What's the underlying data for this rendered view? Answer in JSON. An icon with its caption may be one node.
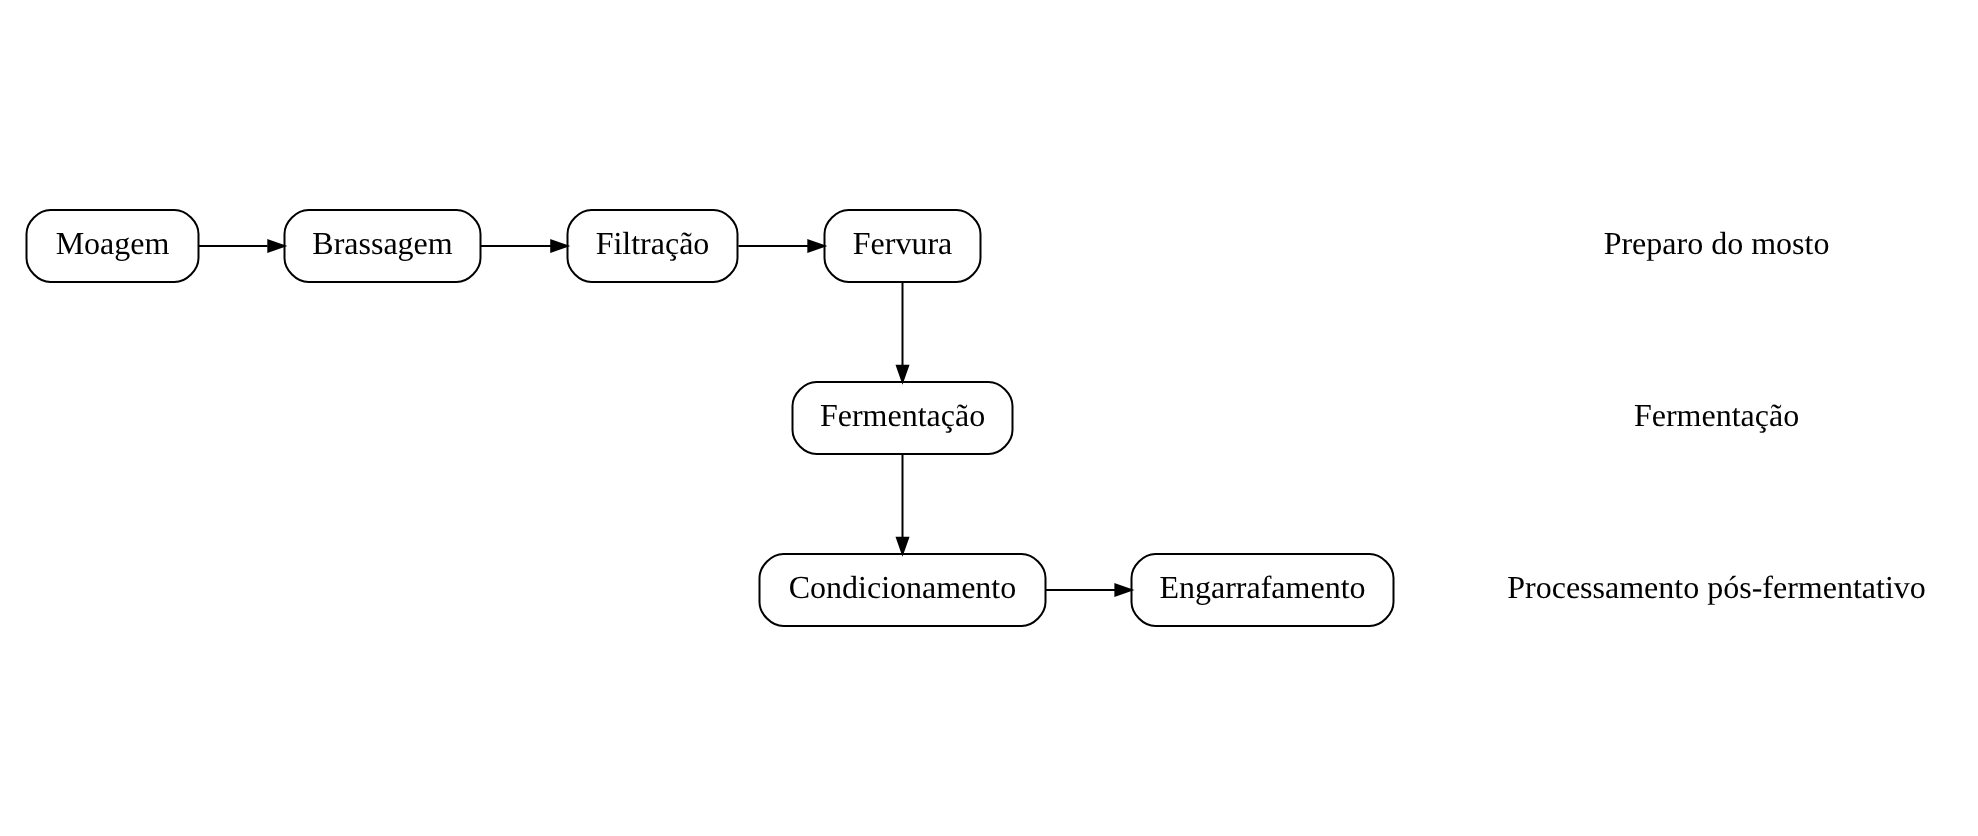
{
  "diagram": {
    "nodes": [
      {
        "text": [
          "Moagem"
        ]
      },
      {
        "text": [
          "Brassagem"
        ]
      },
      {
        "text": [
          "Filtração"
        ]
      },
      {
        "text": [
          "Fervura"
        ]
      },
      {
        "text": [
          "Fermentação"
        ]
      },
      {
        "text": [
          "Condicionamento"
        ]
      },
      {
        "text": [
          "Engarrafamento"
        ]
      }
    ],
    "edges": [
      {
        "from": 0,
        "to": 1,
        "arrow": "to"
      },
      {
        "from": 1,
        "to": 2,
        "arrow": "to"
      },
      {
        "from": 2,
        "to": 3,
        "arrow": "to"
      },
      {
        "from": 3,
        "to": 4,
        "arrow": "to"
      },
      {
        "from": 4,
        "to": 5,
        "arrow": "to"
      },
      {
        "from": 5,
        "to": 6,
        "arrow": "to"
      }
    ],
    "labels": [
      "Preparo do mosto",
      "Fermentação",
      "Processamento pós-fermentativo"
    ]
  }
}
